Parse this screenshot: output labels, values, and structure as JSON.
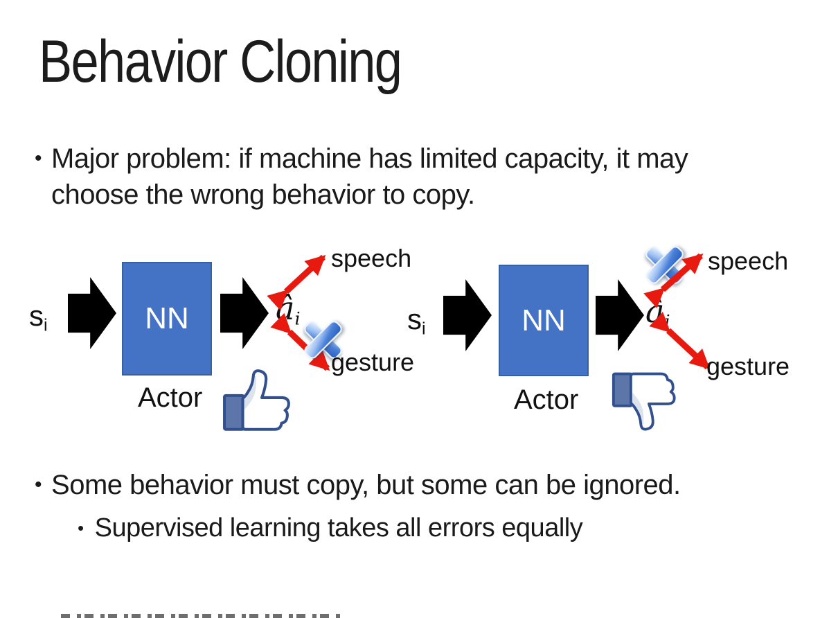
{
  "slide": {
    "title": "Behavior Cloning",
    "bullet_glyph": "•",
    "bullets": [
      {
        "level": 1,
        "text": "Major problem: if machine has limited capacity, it may choose the wrong behavior to copy."
      },
      {
        "level": 1,
        "text": "Some behavior must copy, but some can be ignored."
      },
      {
        "level": 2,
        "text": "Supervised learning takes all errors equally"
      }
    ]
  },
  "diagrams": [
    {
      "side": "left",
      "input_base": "s",
      "input_sub": "i",
      "nn_label": "NN",
      "role_label": "Actor",
      "output_base": "â",
      "output_sub": "i",
      "action_top": "speech",
      "action_bottom": "gesture",
      "crossed_out_action": "gesture",
      "feedback_icon": "thumbs-up"
    },
    {
      "side": "right",
      "input_base": "s",
      "input_sub": "i",
      "nn_label": "NN",
      "role_label": "Actor",
      "output_base": "â",
      "output_sub": "i",
      "action_top": "speech",
      "action_bottom": "gesture",
      "crossed_out_action": "speech",
      "feedback_icon": "thumbs-down"
    }
  ],
  "colors": {
    "nn_box_fill": "#4472C4",
    "nn_box_border": "#3A5F9F",
    "block_arrow": "#000000",
    "double_arrow_red": "#E8190F",
    "cross_icon_blue": "#4A80D8",
    "thumb_outline_navy": "#32508E",
    "thumb_cuff_fill": "#5D76A9",
    "text_color": "#1A1A1A"
  }
}
